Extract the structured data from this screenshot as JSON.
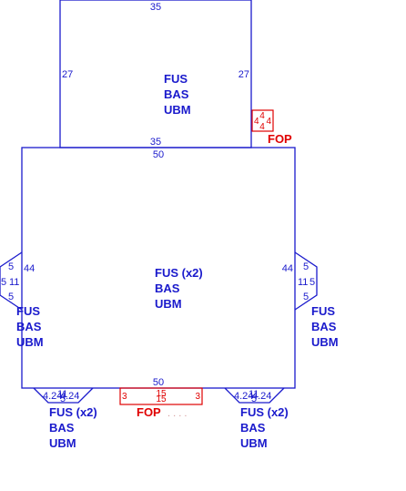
{
  "top_panel": {
    "dim_top": "35",
    "dim_left": "27",
    "dim_right": "27",
    "dim_bottom": "35",
    "labels": [
      "FUS",
      "BAS",
      "UBM"
    ]
  },
  "fop_right": {
    "dims": [
      "4",
      "4",
      "4",
      "4"
    ],
    "label": "FOP"
  },
  "main_panel": {
    "dim_top": "50",
    "dim_left": "44",
    "dim_right": "44",
    "dim_bottom": "50",
    "labels": [
      "FUS (x2)",
      "BAS",
      "UBM"
    ]
  },
  "left_tab": {
    "dims": [
      "5",
      "5",
      "11",
      "5"
    ],
    "labels": [
      "FUS",
      "BAS",
      "UBM"
    ]
  },
  "right_tab": {
    "dims": [
      "5",
      "11",
      "5",
      "5"
    ],
    "labels": [
      "FUS",
      "BAS",
      "UBM"
    ]
  },
  "bottom_left_tab": {
    "dims": [
      "4.24",
      "11",
      "4.24",
      "5"
    ],
    "labels": [
      "FUS (x2)",
      "BAS",
      "UBM"
    ]
  },
  "bottom_right_tab": {
    "dims": [
      "4.24",
      "11",
      "4.24",
      "5"
    ],
    "labels": [
      "FUS (x2)",
      "BAS",
      "UBM"
    ]
  },
  "fop_bottom": {
    "dims": [
      "3",
      "15",
      "15",
      "3"
    ],
    "label": "FOP",
    "dots": ". . . ."
  },
  "colors": {
    "line": "#1a1acc",
    "fop": "#e00000"
  }
}
